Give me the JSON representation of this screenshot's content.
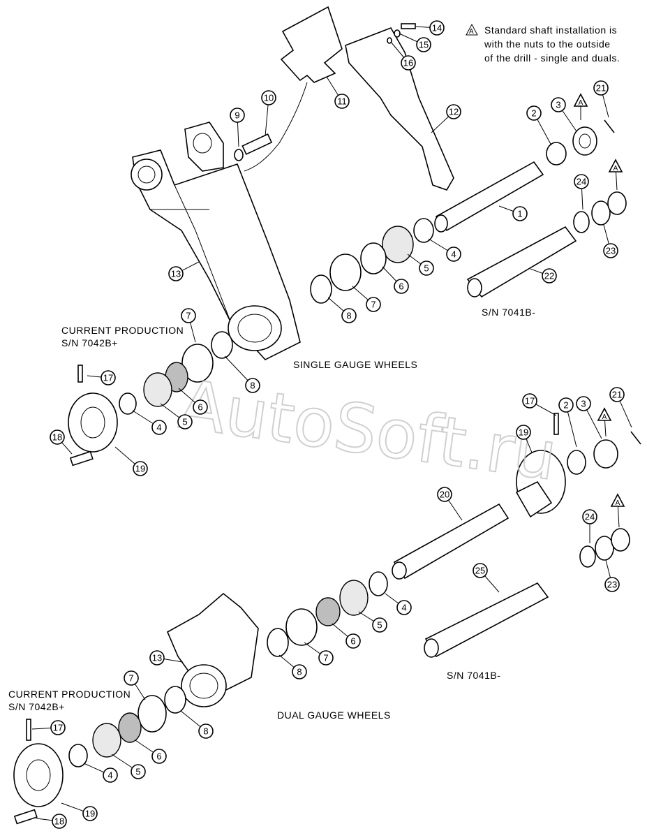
{
  "note": {
    "symbol": "A",
    "lines": [
      "Standard shaft installation is",
      "with the nuts to the outside",
      "of the drill - single and duals."
    ]
  },
  "headings": {
    "single": "SINGLE GAUGE WHEELS",
    "dual": "DUAL GAUGE WHEELS",
    "sn_single": "S/N 7041B-",
    "sn_dual": "S/N 7041B-",
    "current_single_1": "CURRENT PRODUCTION",
    "current_single_2": "S/N 7042B+",
    "current_dual_1": "CURRENT PRODUCTION",
    "current_dual_2": "S/N 7042B+"
  },
  "watermark": "AutoSoft.ru",
  "callouts": [
    "14",
    "15",
    "16",
    "11",
    "12",
    "10",
    "9",
    "2",
    "3",
    "A",
    "21",
    "1",
    "A",
    "24",
    "4",
    "5",
    "6",
    "7",
    "8",
    "23",
    "22",
    "13",
    "7",
    "6",
    "5",
    "4",
    "8",
    "17",
    "18",
    "19",
    "17",
    "21",
    "2",
    "3",
    "A",
    "19",
    "20",
    "24",
    "A",
    "23",
    "4",
    "5",
    "6",
    "7",
    "8",
    "25",
    "13",
    "7",
    "8",
    "6",
    "5",
    "4",
    "17",
    "19",
    "18"
  ]
}
